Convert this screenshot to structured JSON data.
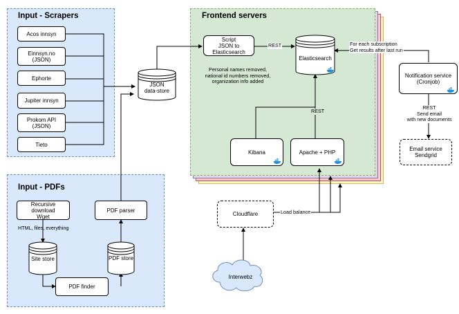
{
  "groups": {
    "scrapers": {
      "title": "Input - Scrapers"
    },
    "pdfs": {
      "title": "Input - PDFs"
    },
    "frontend": {
      "title": "Frontend servers"
    }
  },
  "nodes": {
    "acos": "Acos innsyn",
    "einnsyn": "Einnsyn.no\n(JSON)",
    "ephorte": "Ephorte",
    "jupiter": "Jupiter innsyn",
    "prokom": "Prokom API\n(JSON)",
    "tieto": "Tieto",
    "json_store": "JSON\ndata-store",
    "script": "Script\nJSON to Elasticsearch",
    "elasticsearch": "Elasticsearch",
    "kibana": "Kibana",
    "apache": "Apache + PHP",
    "notification": "Notification service\n(Cronjob)",
    "email": "Email service\nSendgrid",
    "cloudflare": "Cloudflare",
    "interwebz": "Interwebz",
    "recursive": "Recursive download\nWget",
    "site_store": "Site store",
    "pdf_parser": "PDF parser",
    "pdf_store": "PDF store",
    "pdf_finder": "PDF finder"
  },
  "edge_labels": {
    "rest_script": "REST",
    "personal": "Personal names removed,\nnational id numbers removed,\norganization info added",
    "subscription": "For each subscription\nGet results after last run",
    "rest_apache": "REST",
    "send_email": "REST\nSend email\nwith new documents",
    "load_balance": "Load balance",
    "html_files": "HTML, files, everything"
  },
  "colors": {
    "input_fill": "#dae8fc",
    "input_stroke": "#6c8ebf",
    "frontend_fill": "#d5e8d4",
    "stack_yellow": "#fff2cc",
    "stack_pink": "#f8cecc",
    "stack_purple": "#e1d5e7",
    "docker_blue": "#1d91e6",
    "cloud_fill": "#dae8fc"
  },
  "icons": [
    "database-icon",
    "docker-icon",
    "cloud-icon"
  ]
}
